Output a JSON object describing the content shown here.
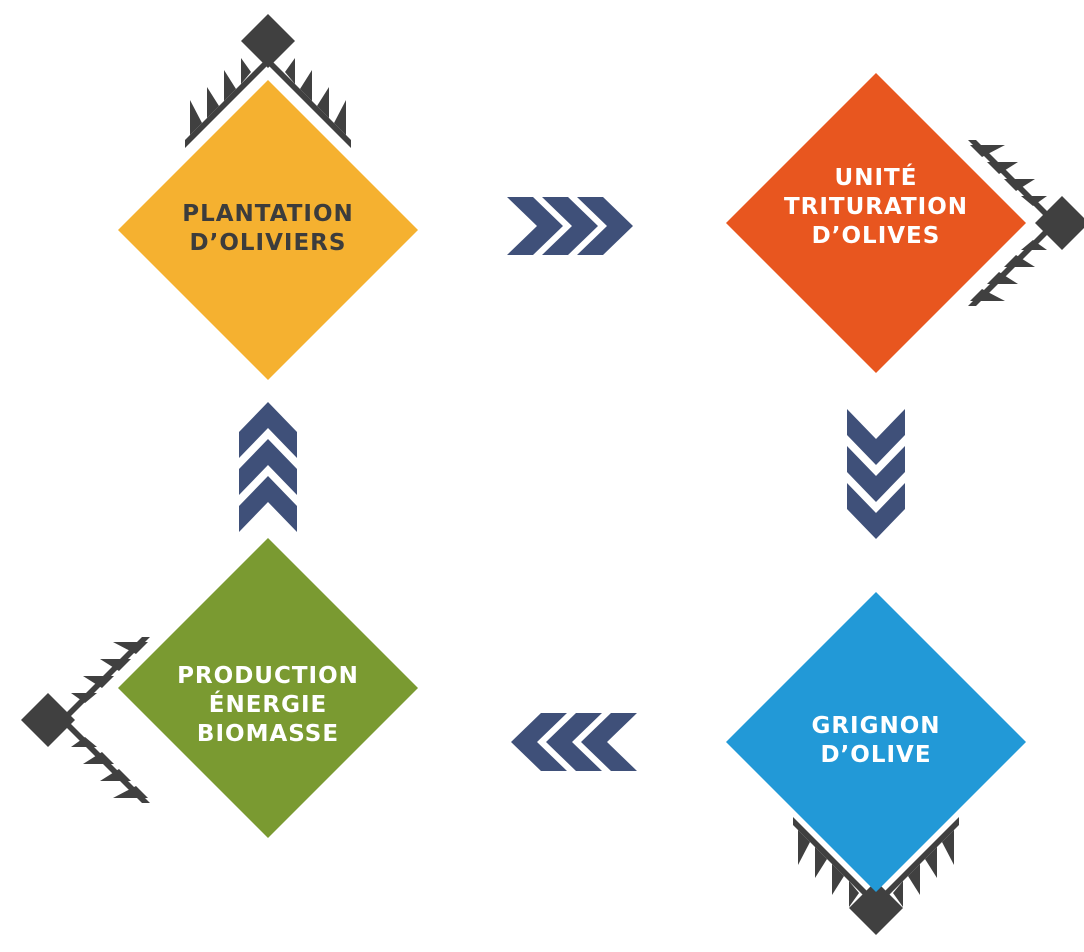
{
  "colors": {
    "plantation": "#F5B130",
    "trituration": "#E8561F",
    "grignon": "#2299D7",
    "biomasse": "#7A9A31",
    "arrow": "#3F5079",
    "ornament": "#404040"
  },
  "nodes": {
    "plantation": {
      "lines": [
        "PLANTATION",
        "D’OLIVIERS"
      ]
    },
    "trituration": {
      "lines": [
        "UNITÉ",
        "TRITURATION",
        "D’OLIVES"
      ]
    },
    "grignon": {
      "lines": [
        "GRIGNON",
        "D’OLIVE"
      ]
    },
    "biomasse": {
      "lines": [
        "PRODUCTION",
        "ÉNERGIE",
        "BIOMASSE"
      ]
    }
  },
  "flow": [
    {
      "from": "plantation",
      "to": "trituration",
      "direction": "right"
    },
    {
      "from": "trituration",
      "to": "grignon",
      "direction": "down"
    },
    {
      "from": "grignon",
      "to": "biomasse",
      "direction": "left"
    },
    {
      "from": "biomasse",
      "to": "plantation",
      "direction": "up"
    }
  ]
}
